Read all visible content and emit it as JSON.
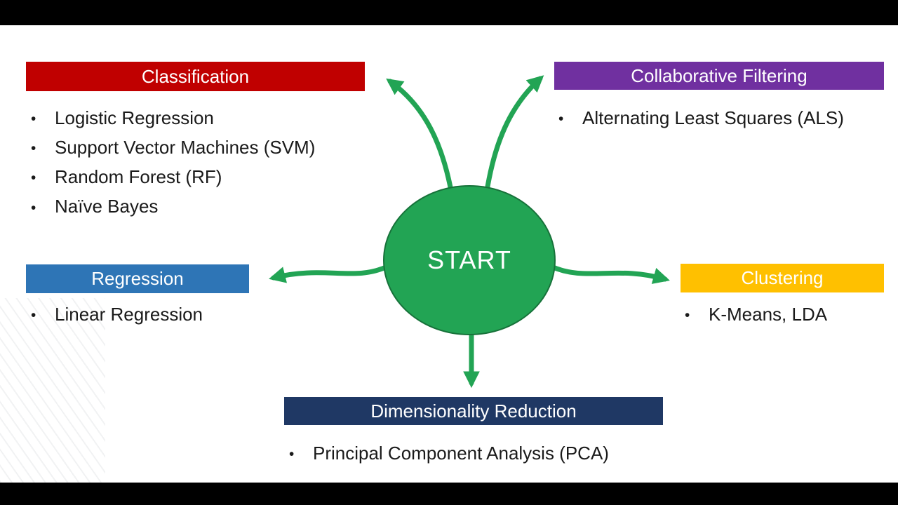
{
  "diagram": {
    "title_hint": "Machine learning algorithm selector flow",
    "accent_green": "#22A454"
  },
  "center": {
    "label": "START",
    "color": "#22A454"
  },
  "categories": [
    {
      "id": "classification",
      "label": "Classification",
      "color": "#C00000",
      "items": [
        "Logistic Regression",
        "Support Vector Machines (SVM)",
        "Random Forest (RF)",
        "Naïve Bayes"
      ]
    },
    {
      "id": "collaborative-filtering",
      "label": "Collaborative Filtering",
      "color": "#7030A0",
      "items": [
        "Alternating Least Squares (ALS)"
      ]
    },
    {
      "id": "regression",
      "label": "Regression",
      "color": "#2E75B6",
      "items": [
        "Linear Regression"
      ]
    },
    {
      "id": "clustering",
      "label": "Clustering",
      "color": "#FFC000",
      "items": [
        "K-Means, LDA"
      ]
    },
    {
      "id": "dimensionality-reduction",
      "label": "Dimensionality Reduction",
      "color": "#1F3864",
      "items": [
        "Principal Component Analysis (PCA)"
      ]
    }
  ]
}
